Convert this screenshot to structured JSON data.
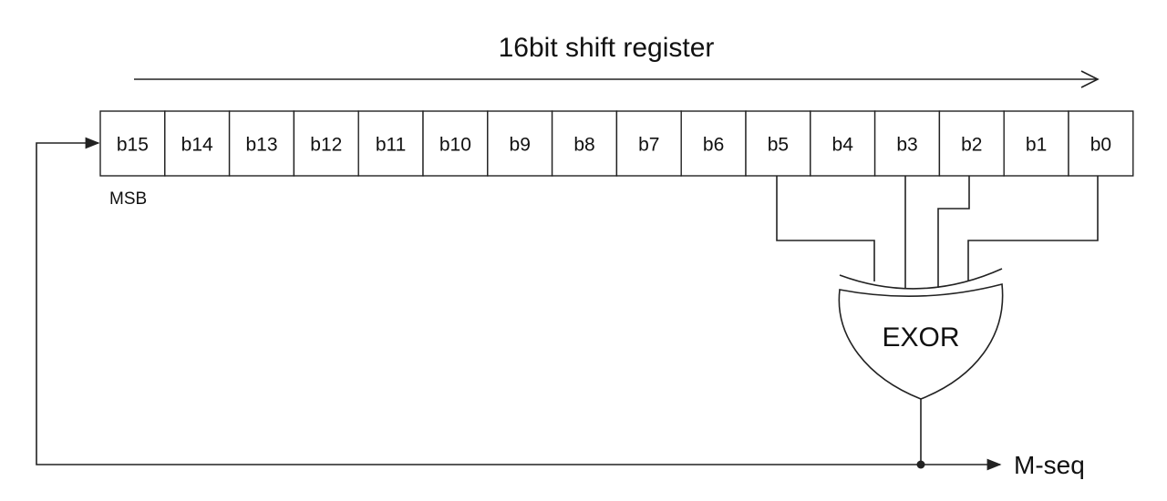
{
  "diagram": {
    "title": "16bit shift register",
    "msb_label": "MSB",
    "bits": [
      "b15",
      "b14",
      "b13",
      "b12",
      "b11",
      "b10",
      "b9",
      "b8",
      "b7",
      "b6",
      "b5",
      "b4",
      "b3",
      "b2",
      "b1",
      "b0"
    ],
    "gate_label": "EXOR",
    "output_label": "M-seq",
    "taps": [
      "b5",
      "b3",
      "b2",
      "b0"
    ]
  }
}
